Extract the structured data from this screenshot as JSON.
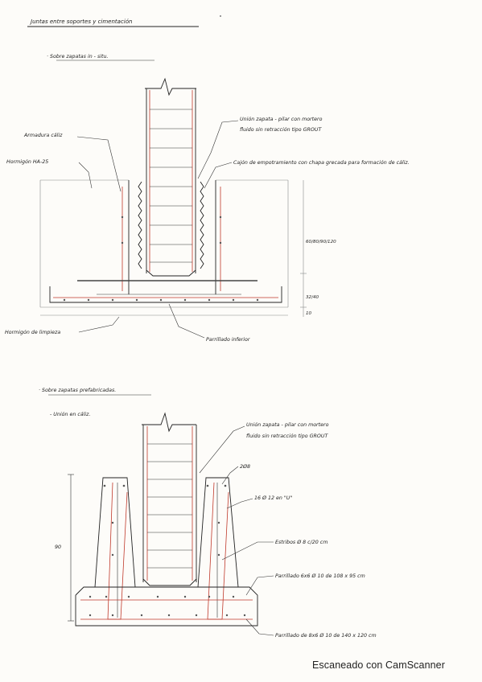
{
  "title": "Juntas entre soportes y cimentación",
  "section1": {
    "heading": "· Sobre zapatas in - situ.",
    "labels": {
      "armadura": "Armadura cáliz",
      "hormigon": "Hormigón HA-25",
      "union_line1": "Unión zapata - pilar con mortero",
      "union_line2": "fluido sin retracción tipo GROUT",
      "cajon": "Cajón de empotramiento con chapa grecada para formación de cáliz.",
      "limpieza": "Hormigón de limpieza",
      "parrillado": "Parrillado inferior"
    },
    "dims": {
      "upper": "60/80/90/120",
      "mid": "32/40",
      "low": "10"
    }
  },
  "section2": {
    "heading": "· Sobre zapatas prefabricadas.",
    "subheading": "- Unión en cáliz.",
    "labels": {
      "union_line1": "Unión zapata - pilar con mortero",
      "union_line2": "fluido sin retracción tipo GROUT",
      "bars_top": "2Ø8",
      "bars_u": "16 Ø 12 en \"U\"",
      "estribos": "Estribos Ø 8 c/20 cm",
      "parrillado_sup": "Parrillado 6x6 Ø 10 de 108 x 95 cm",
      "parrillado_inf": "Parrillado de 8x6 Ø 10 de 140 x 120 cm"
    },
    "dims": {
      "height": "90"
    }
  },
  "watermark": "Escaneado con CamScanner"
}
